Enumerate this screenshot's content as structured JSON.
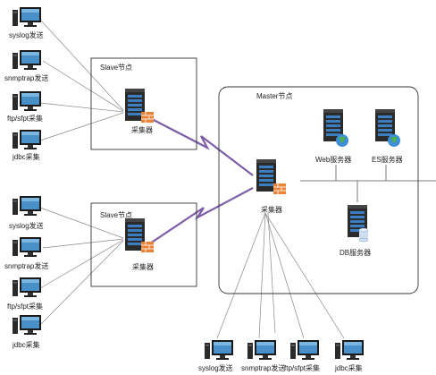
{
  "slave_nodes": [
    {
      "title": "Slave节点",
      "collector_label": "采集器",
      "sources": [
        {
          "label": "syslog发送",
          "icon": "pc-icon"
        },
        {
          "label": "snmptrap发送",
          "icon": "pc-icon"
        },
        {
          "label": "ftp/sfpt采集",
          "icon": "pc-icon"
        },
        {
          "label": "jdbc采集",
          "icon": "pc-icon"
        }
      ]
    },
    {
      "title": "Slave节点",
      "collector_label": "采集器",
      "sources": [
        {
          "label": "syslog发送",
          "icon": "pc-icon"
        },
        {
          "label": "snmptrap发送",
          "icon": "pc-icon"
        },
        {
          "label": "ftp/sfpt采集",
          "icon": "pc-icon"
        },
        {
          "label": "jdbc采集",
          "icon": "pc-icon"
        }
      ]
    }
  ],
  "master_node": {
    "title": "Master节点",
    "collector_label": "采集器",
    "web_server_label": "Web服务器",
    "es_server_label": "ES服务器",
    "db_server_label": "DB服务器",
    "sources": [
      {
        "label": "syslog发送",
        "icon": "pc-icon"
      },
      {
        "label": "snmptrap发送",
        "icon": "pc-icon"
      },
      {
        "label": "ftp/sfpt采集",
        "icon": "pc-icon"
      },
      {
        "label": "jdbc采集",
        "icon": "pc-icon"
      }
    ]
  },
  "colors": {
    "wan_link": "#7b5ea7",
    "box_border": "#333333",
    "lines": "#888888"
  }
}
